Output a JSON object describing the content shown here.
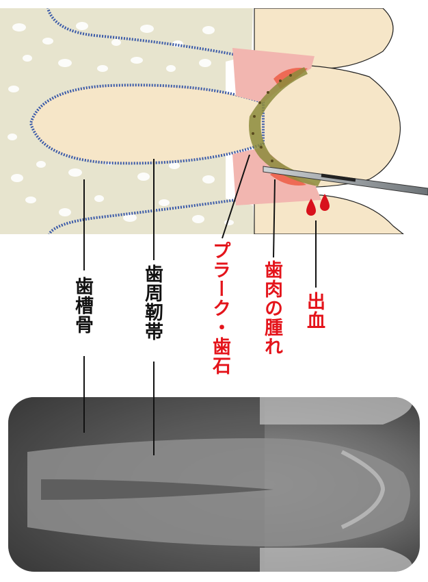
{
  "labels": {
    "bleeding": "出血",
    "gum_swelling": "歯肉の腫れ",
    "plaque_tartar": "プラーク・歯石",
    "periodontal_ligament": "歯周靭帯",
    "alveolar_bone": "歯槽骨"
  },
  "colors": {
    "red_label": "#e4141b",
    "black_label": "#111111",
    "bone": "#e8e5cf",
    "gum": "#f2b6b0",
    "tooth": "#f6e6c8",
    "plaque": "#8c8b3c",
    "blood": "#d8121c"
  },
  "figure": {
    "illustration": "tooth-cross-section",
    "photo": "dental-x-ray"
  }
}
